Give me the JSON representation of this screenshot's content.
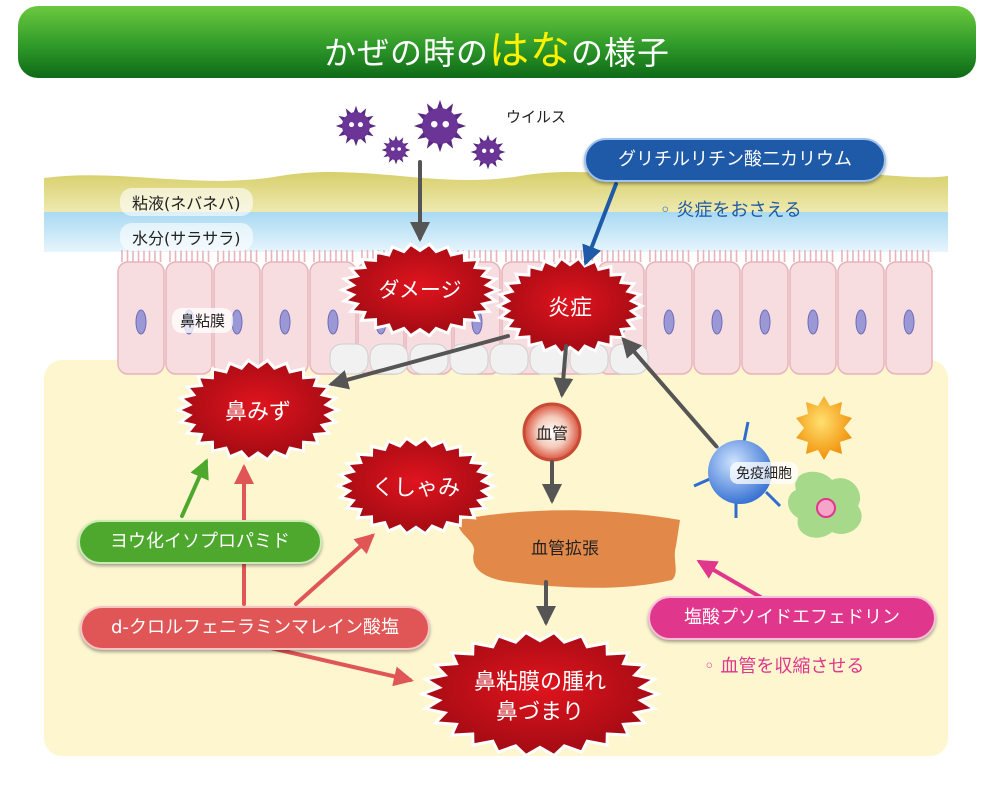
{
  "title": {
    "prefix": "かぜの時の",
    "highlight": "はな",
    "suffix": "の様子"
  },
  "labels": {
    "virus": "ウイルス",
    "mucus": "粘液(ネバネバ)",
    "water": "水分(サラサラ)",
    "nasal_mucosa": "鼻粘膜",
    "immune_cell": "免疫細胞",
    "vessel": "血管",
    "vasodilation": "血管拡張"
  },
  "bursts": {
    "damage": "ダメージ",
    "inflammation": "炎症",
    "runny_nose": "鼻みず",
    "sneeze": "くしゃみ",
    "swelling_line1": "鼻粘膜の腫れ",
    "swelling_line2": "鼻づまり"
  },
  "drugs": {
    "glycyrrhizin": {
      "name": "グリチルリチン酸二カリウム",
      "effect": "◦ 炎症をおさえる",
      "color": "#1e5aa8"
    },
    "isopropamide": {
      "name": "ヨウ化イソプロパミド",
      "color": "#4ea82d"
    },
    "chlorpheniramine": {
      "name": "d-クロルフェニラミンマレイン酸塩",
      "color": "#e05656"
    },
    "pseudoephedrine": {
      "name": "塩酸プソイドエフェドリン",
      "effect": "◦ 血管を収縮させる",
      "color": "#e0368c"
    }
  },
  "colors": {
    "header_green": "#1f8a1f",
    "burst_red": "#c8101a",
    "vessel_orange": "#e2894a",
    "virus_purple": "#5a2a82"
  }
}
